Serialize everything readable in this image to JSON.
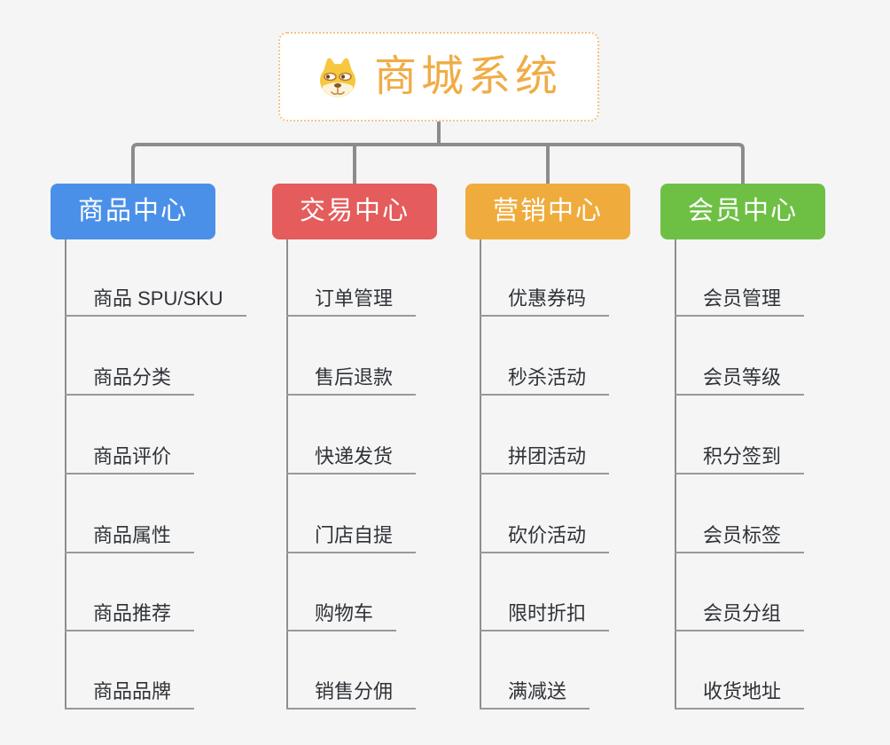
{
  "root": {
    "title": "商城系统",
    "icon": "dog-face-icon"
  },
  "branches": [
    {
      "label": "商品中心",
      "color": "#4a90e8",
      "items": [
        "商品 SPU/SKU",
        "商品分类",
        "商品评价",
        "商品属性",
        "商品推荐",
        "商品品牌"
      ]
    },
    {
      "label": "交易中心",
      "color": "#e45c5c",
      "items": [
        "订单管理",
        "售后退款",
        "快递发货",
        "门店自提",
        "购物车",
        "销售分佣"
      ]
    },
    {
      "label": "营销中心",
      "color": "#efac3d",
      "items": [
        "优惠券码",
        "秒杀活动",
        "拼团活动",
        "砍价活动",
        "限时折扣",
        "满减送"
      ]
    },
    {
      "label": "会员中心",
      "color": "#6ec045",
      "items": [
        "会员管理",
        "会员等级",
        "积分签到",
        "会员标签",
        "会员分组",
        "收货地址"
      ]
    }
  ],
  "colors": {
    "background": "#f5f5f5",
    "root_accent": "#f0ac45",
    "root_border": "#f2c488",
    "connector_line": "#8c8c8c",
    "leaf_underline": "#98999b",
    "leaf_text": "#2f3237"
  }
}
